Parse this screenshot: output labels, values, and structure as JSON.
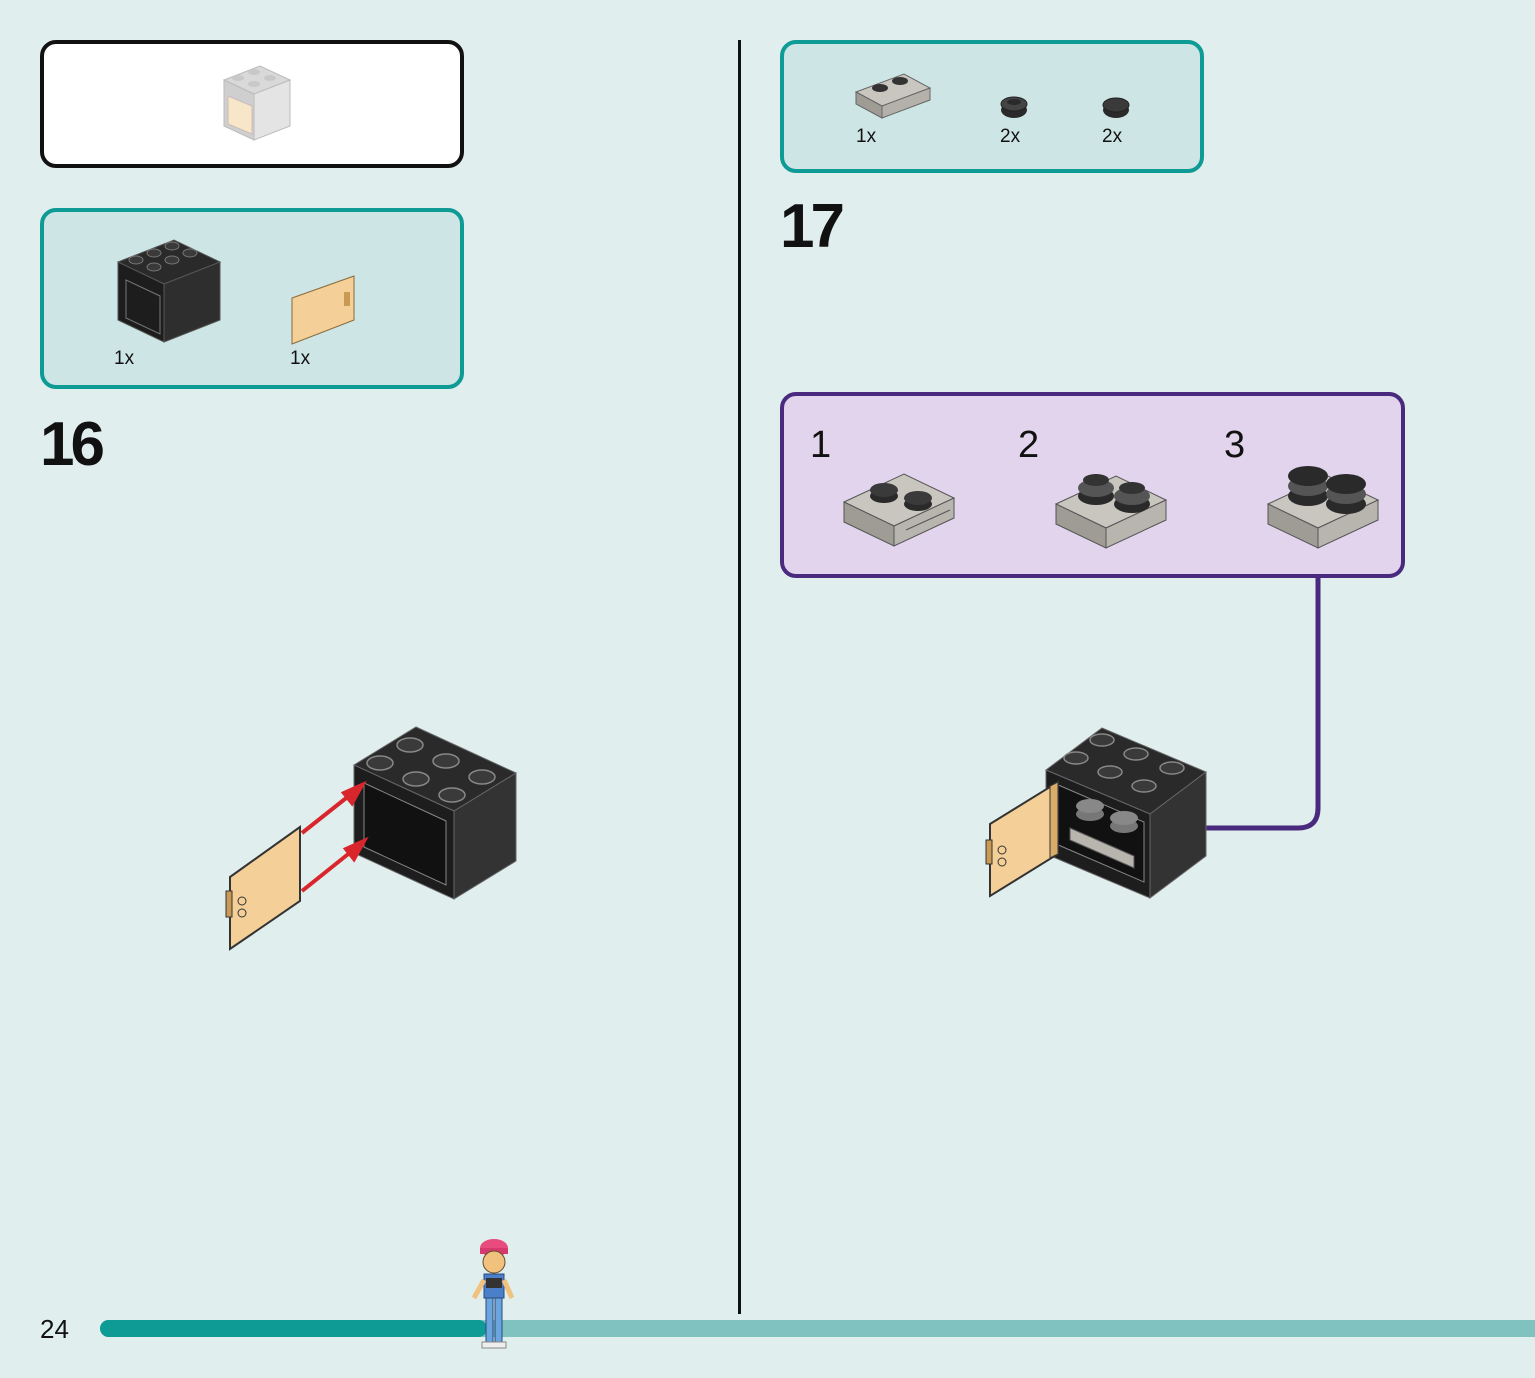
{
  "page": {
    "number": "24",
    "progress_fraction": 0.27
  },
  "finished_model": {
    "icon": "oven-assembled-preview-icon"
  },
  "step16": {
    "number": "16",
    "parts": [
      {
        "name": "black 2x3x2 cupboard brick",
        "qty": "1x",
        "icon": "cupboard-brick-icon"
      },
      {
        "name": "tan cupboard door",
        "qty": "1x",
        "icon": "cupboard-door-icon"
      }
    ]
  },
  "step17": {
    "number": "17",
    "parts": [
      {
        "name": "grey 1x2 plate with rail",
        "qty": "1x",
        "icon": "rail-plate-icon"
      },
      {
        "name": "black round plate 1x1",
        "qty": "2x",
        "icon": "round-plate-icon"
      },
      {
        "name": "black round tile 1x1",
        "qty": "2x",
        "icon": "round-tile-icon"
      }
    ],
    "substeps": [
      {
        "number": "1",
        "icon": "substep-rail-plate-icon"
      },
      {
        "number": "2",
        "icon": "substep-plates-stacked-icon"
      },
      {
        "number": "3",
        "icon": "substep-tiles-stacked-icon"
      }
    ]
  },
  "colors": {
    "background": "#e0efee",
    "parts_box_border": "#0e9a95",
    "substep_border": "#4a2a7e",
    "arrow_red": "#d8262c",
    "door_tan": "#f4cf97",
    "progress_fill": "#0e9a95",
    "progress_track": "#7fc2c0"
  }
}
